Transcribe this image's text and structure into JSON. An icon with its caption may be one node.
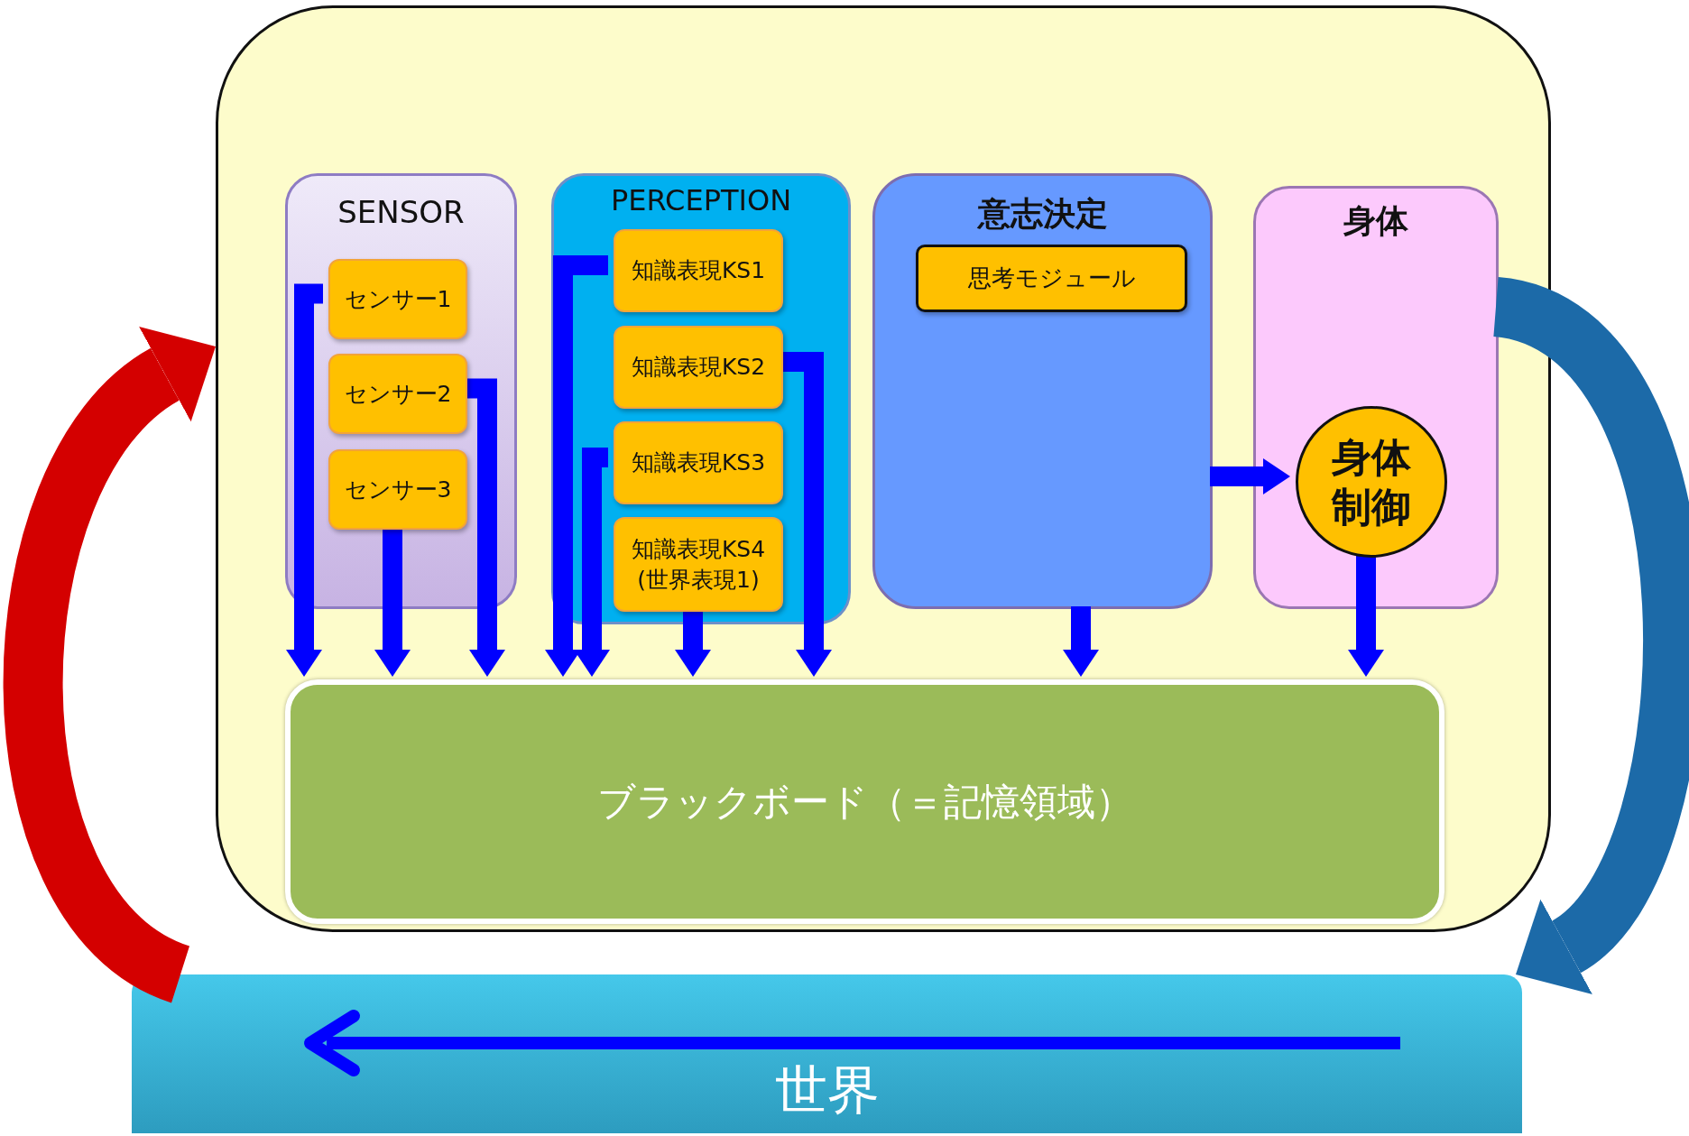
{
  "diagram": {
    "nodes": [
      {
        "text": [],
        "shape": "box"
      },
      {
        "text": [
          "SENSOR"
        ],
        "in": 0
      },
      {
        "text": [
          "センサー1"
        ],
        "in": 1
      },
      {
        "text": [
          "センサー2"
        ],
        "in": 1
      },
      {
        "text": [
          "センサー3"
        ],
        "in": 1
      },
      {
        "text": [
          "PERCEPTION"
        ],
        "in": 0
      },
      {
        "text": [
          "知識表現KS1"
        ],
        "in": 5
      },
      {
        "text": [
          "知識表現KS2"
        ],
        "in": 5
      },
      {
        "text": [
          "知識表現KS3"
        ],
        "in": 5
      },
      {
        "text": [
          "知識表現KS4 (世界表現1)"
        ],
        "in": 5
      },
      {
        "text": [
          "意志決定"
        ],
        "in": 0
      },
      {
        "text": [
          "思考モジュール"
        ],
        "in": 10
      },
      {
        "text": [
          "身体"
        ],
        "in": 0
      },
      {
        "text": [
          "身体制御"
        ],
        "in": 12
      },
      {
        "text": [
          "ブラックボード（＝記憶領域）"
        ],
        "in": 0
      },
      {
        "text": [
          "世界"
        ]
      }
    ],
    "edges": [
      {
        "from": 2,
        "to": 14,
        "arrow": "to"
      },
      {
        "from": 3,
        "to": 14,
        "arrow": "to"
      },
      {
        "from": 4,
        "to": 14,
        "arrow": "to"
      },
      {
        "from": 6,
        "to": 14,
        "arrow": "to"
      },
      {
        "from": 7,
        "to": 14,
        "arrow": "to"
      },
      {
        "from": 8,
        "to": 14,
        "arrow": "to"
      },
      {
        "from": 9,
        "to": 14,
        "arrow": "to"
      },
      {
        "from": 10,
        "to": 14,
        "arrow": "to"
      },
      {
        "from": 10,
        "to": 13,
        "arrow": "to"
      },
      {
        "from": 13,
        "to": 14,
        "arrow": "to"
      },
      {
        "from": 12,
        "to": 15,
        "arrow": "to",
        "style": "thick",
        "color": "#1c6aa8"
      },
      {
        "from": 15,
        "to": 0,
        "arrow": "to",
        "style": "thick",
        "color": "#d40000"
      }
    ]
  }
}
